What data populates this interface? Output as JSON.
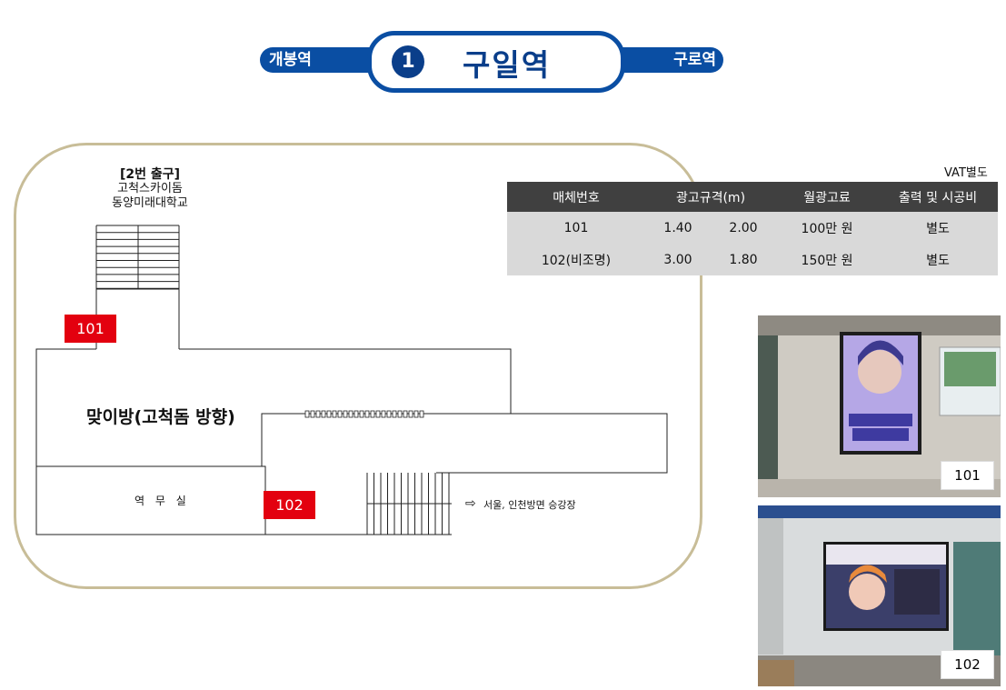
{
  "sign": {
    "line_number": "1",
    "station": "구일역",
    "prev_station": "개봉역",
    "next_station": "구로역"
  },
  "map": {
    "exit_title": "[2번 출구]",
    "exit_dest_1": "고척스카이돔",
    "exit_dest_2": "동양미래대학교",
    "lobby": "맞이방(고척돔 방향)",
    "office": "역 무 실",
    "platform": "서울, 인천방면 승강장",
    "tag_101": "101",
    "tag_102": "102"
  },
  "table": {
    "vat_note": "VAT별도",
    "headers": [
      "매체번호",
      "광고규격(m)",
      "월광고료",
      "출력 및 시공비"
    ],
    "rows": [
      {
        "id": "101",
        "w": "1.40",
        "h": "2.00",
        "price": "100만 원",
        "cost": "별도"
      },
      {
        "id": "102(비조명)",
        "w": "3.00",
        "h": "1.80",
        "price": "150만 원",
        "cost": "별도"
      }
    ]
  },
  "photos": {
    "label_101": "101",
    "label_102": "102"
  },
  "colors": {
    "line_blue": "#0a4ea3",
    "tag_red": "#e3000f",
    "frame_gold": "#c8bd98",
    "table_header": "#404040",
    "table_body": "#d9d9d9"
  }
}
